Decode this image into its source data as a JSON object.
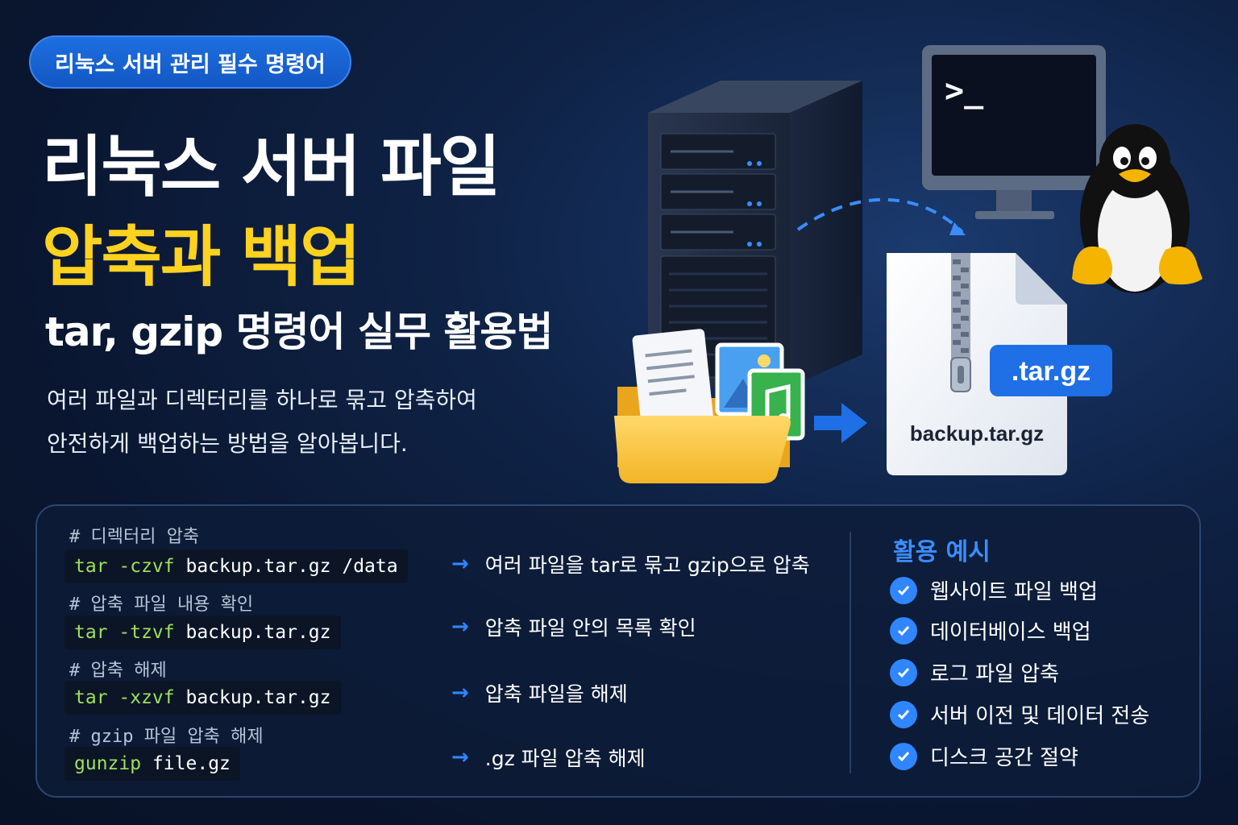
{
  "badge": "리눅스 서버 관리 필수 명령어",
  "title_line1": "리눅스 서버 파일",
  "title_line2": "압축과 백업",
  "title_line3": "tar, gzip 명령어 실무 활용법",
  "description": [
    "여러 파일과 디렉터리를 하나로 묶고 압축하여",
    "안전하게 백업하는 방법을 알아봅니다."
  ],
  "illustration": {
    "terminal_prompt": ">_",
    "file_badge": ".tar.gz",
    "file_name": "backup.tar.gz",
    "icons": [
      "server-icon",
      "terminal-monitor-icon",
      "tux-penguin-icon",
      "folder-icon",
      "document-icon",
      "image-icon",
      "music-icon",
      "zip-archive-icon"
    ]
  },
  "commands": [
    {
      "comment": "# 디렉터리 압축",
      "keyword": "tar -czvf",
      "args": "backup.tar.gz /data",
      "explain": "여러 파일을 tar로 묶고 gzip으로 압축"
    },
    {
      "comment": "# 압축 파일 내용 확인",
      "keyword": "tar -tzvf",
      "args": "backup.tar.gz",
      "explain": "압축 파일 안의 목록 확인"
    },
    {
      "comment": "# 압축 해제",
      "keyword": "tar -xzvf",
      "args": "backup.tar.gz",
      "explain": "압축 파일을 해제"
    },
    {
      "comment": "# gzip 파일 압축 해제",
      "keyword": "gunzip",
      "args": "file.gz",
      "explain": ".gz 파일 압축 해제"
    }
  ],
  "uses": {
    "title": "활용 예시",
    "items": [
      "웹사이트 파일 백업",
      "데이터베이스 백업",
      "로그 파일 압축",
      "서버 이전 및 데이터 전송",
      "디스크 공간 절약"
    ]
  },
  "colors": {
    "accent_yellow": "#ffd21f",
    "accent_blue": "#2f86ff",
    "command_green": "#9fe05a",
    "background": "#0a1630"
  }
}
